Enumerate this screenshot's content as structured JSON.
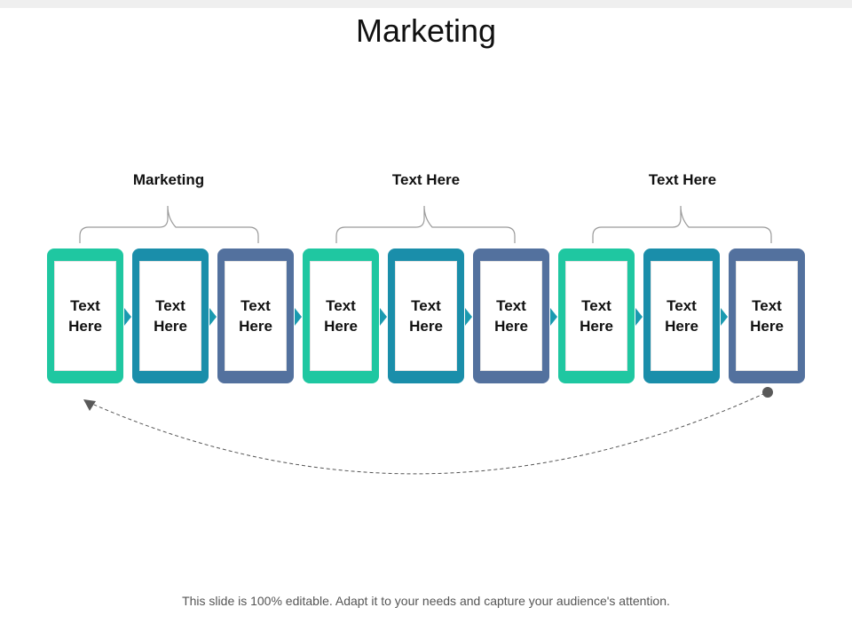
{
  "title": "Marketing",
  "groups": [
    {
      "label": "Marketing"
    },
    {
      "label": "Text Here"
    },
    {
      "label": "Text Here"
    }
  ],
  "cards": [
    {
      "line1": "Text",
      "line2": "Here",
      "color": "#1fc7a1"
    },
    {
      "line1": "Text",
      "line2": "Here",
      "color": "#1a8eaa"
    },
    {
      "line1": "Text",
      "line2": "Here",
      "color": "#53719e"
    },
    {
      "line1": "Text",
      "line2": "Here",
      "color": "#1fc7a1"
    },
    {
      "line1": "Text",
      "line2": "Here",
      "color": "#1a8eaa"
    },
    {
      "line1": "Text",
      "line2": "Here",
      "color": "#53719e"
    },
    {
      "line1": "Text",
      "line2": "Here",
      "color": "#1fc7a1"
    },
    {
      "line1": "Text",
      "line2": "Here",
      "color": "#1a8eaa"
    },
    {
      "line1": "Text",
      "line2": "Here",
      "color": "#53719e"
    }
  ],
  "footer": "This slide is 100% editable. Adapt it to your needs and capture your audience's attention.",
  "colors": {
    "teal": "#1fc7a1",
    "blue": "#1a8eaa",
    "slate": "#53719e",
    "connector": "#1a9ab0",
    "cycle_line": "#555555"
  }
}
